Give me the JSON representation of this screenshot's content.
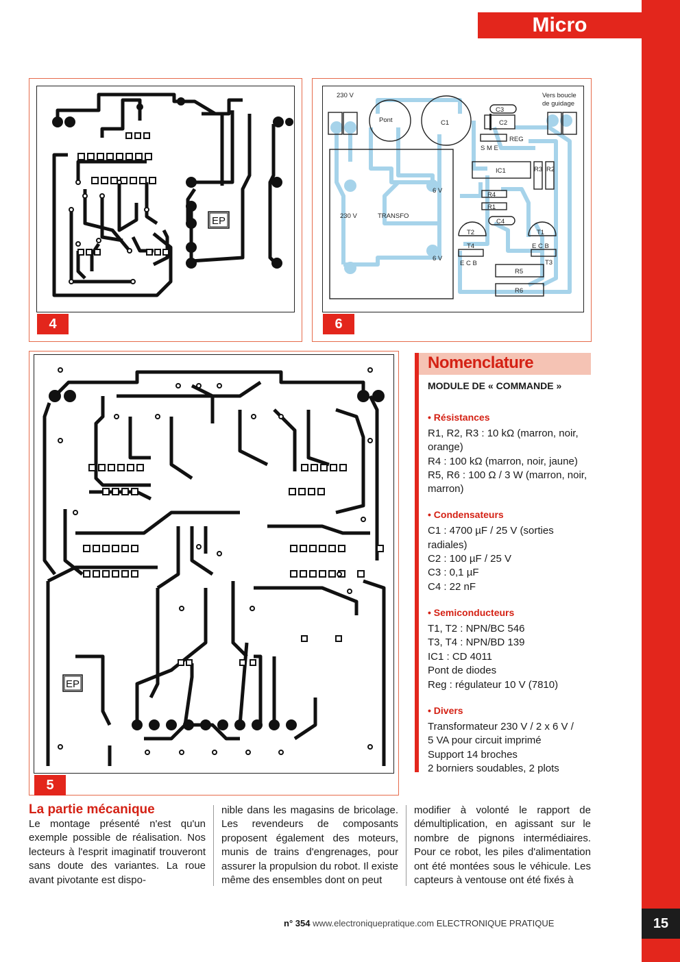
{
  "header": {
    "section": "Micro"
  },
  "figures": {
    "fig4": {
      "number": "4",
      "logo": "EP"
    },
    "fig6": {
      "number": "6",
      "labels": {
        "v230_top": "230 V",
        "loop": "Vers boucle",
        "loop2": "de guidage",
        "pont": "Pont",
        "c1": "C1",
        "c2": "C2",
        "c3": "C3",
        "reg": "REG",
        "sme": "S M E",
        "ic1": "IC1",
        "r1": "R1",
        "r2": "R2",
        "r3": "R3",
        "r4": "R4",
        "r5": "R5",
        "r6": "R6",
        "c4": "C4",
        "v6_a": "6 V",
        "v6_b": "6 V",
        "v230_side": "230 V",
        "transfo": "TRANSFO",
        "t1": "T1",
        "t2": "T2",
        "t3": "T3",
        "t4": "T4",
        "ecb1": "E C B",
        "ecb2": "E C B"
      }
    },
    "fig5": {
      "number": "5",
      "logo": "EP"
    }
  },
  "nomenclature": {
    "title": "Nomenclature",
    "subtitle": "MODULE DE « COMMANDE »",
    "sections": [
      {
        "name": "• Résistances",
        "lines": [
          "R1, R2, R3 : 10 kΩ (marron, noir,",
          "orange)",
          "R4 : 100 kΩ (marron, noir, jaune)",
          "R5, R6 : 100 Ω / 3 W (marron, noir,",
          "marron)"
        ]
      },
      {
        "name": "• Condensateurs",
        "lines": [
          "C1 : 4700 µF / 25 V (sorties",
          "radiales)",
          "C2 : 100 µF / 25 V",
          "C3 : 0,1 µF",
          "C4 : 22 nF"
        ]
      },
      {
        "name": "• Semiconducteurs",
        "lines": [
          "T1, T2 : NPN/BC 546",
          "T3, T4 : NPN/BD 139",
          "IC1 : CD 4011",
          "Pont de diodes",
          "Reg : régulateur 10 V (7810)"
        ]
      },
      {
        "name": "• Divers",
        "lines": [
          "Transformateur 230 V / 2 x 6 V /",
          "5 VA pour circuit imprimé",
          "Support 14 broches",
          "2 borniers soudables, 2 plots"
        ]
      }
    ]
  },
  "article": {
    "heading": "La partie mécanique",
    "col1": "Le montage présenté n'est qu'un exemple possible de réalisation. Nos lecteurs à l'esprit imaginatif trouveront sans doute des variantes. La roue avant pivotante est dispo-",
    "col2": "nible dans les magasins de bricolage. Les revendeurs de composants proposent également des moteurs, munis de trains d'engrenages, pour assurer la propulsion du robot. Il existe même des ensembles dont on peut",
    "col3": "modifier à volonté le rapport de démultiplication, en agissant sur le nombre de pignons intermédiaires. Pour ce robot, les piles d'alimentation ont été montées sous le véhicule. Les capteurs à ventouse ont été fixés à"
  },
  "footer": {
    "issue": "n° 354",
    "site": "www.electroniquepratique.com",
    "magazine": "ELECTRONIQUE PRATIQUE",
    "page": "15"
  },
  "colors": {
    "accent": "#e3261c",
    "cyan_trace": "#9fcfe8"
  }
}
